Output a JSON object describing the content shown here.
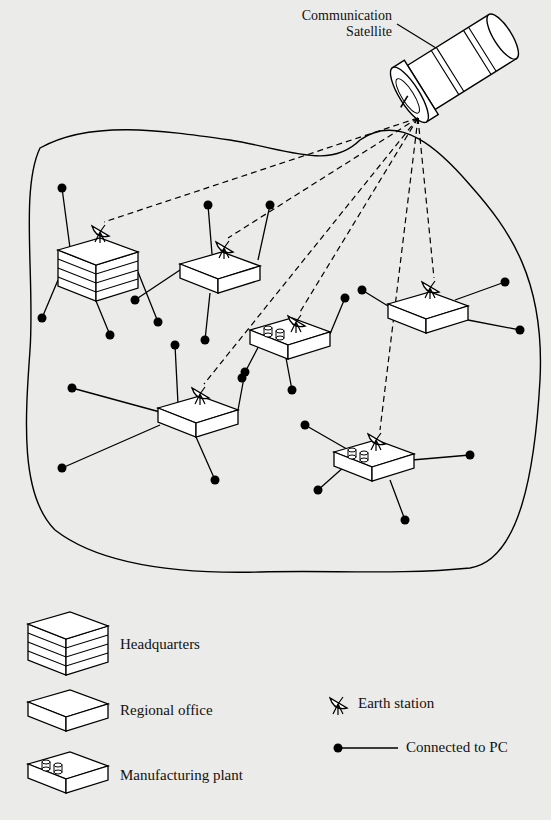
{
  "diagram": {
    "labels": [
      "Communication Satellite"
    ],
    "legend": [
      {
        "text": "Headquarters"
      },
      {
        "text": "Regional office"
      },
      {
        "text": "Manufacturing plant"
      },
      {
        "text": "Earth station"
      },
      {
        "text": "Connected to PC"
      }
    ]
  }
}
